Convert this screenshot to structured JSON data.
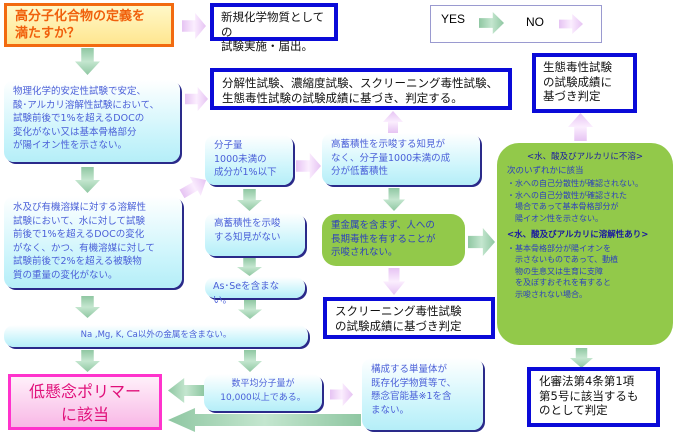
{
  "title_box": "高分子化合物の定義を\n満たすか？",
  "legend": {
    "yes": "YES",
    "no": "NO"
  },
  "outcomes": {
    "new_chemical": "新規化学物質としての\n試験実施・届出。",
    "full_tests": "分解性試験、濃縮度試験、スクリーニング毒性試験、\n生態毒性試験の試験成績に基づき、判定する。",
    "ecotox": "生態毒性試験\nの試験成績に\n基づき判定",
    "screening": "スクリーニング毒性試験\nの試験成績に基づき判定",
    "article4": "化審法第4条第1項\n第5号に該当するも\nのとして判定",
    "low_concern": "低懸念ポリマー\nに該当"
  },
  "conditions": {
    "stability": "物理化学的安定性試験で安定、\n酸･アルカリ溶解性試験において、\n試験前後で1%を超えるDOCの\n変化がない又は基本骨格部分\nが陽イオン性を示さない。",
    "solubility": "水及び有機溶媒に対する溶解性\n試験において、水に対して試験\n前後で1%を超えるDOCの変化\nがなく、かつ、有機溶媒に対して\n試験前後で2%を超える被験物\n質の重量の変化がない。",
    "mw_fraction": "分子量\n1000未満の\n成分が1%以下",
    "low_bioaccum": "高蓄積性を示唆する知見が\nなく、分子量1000未満の成\n分が低蓄積性",
    "no_high_bioaccum": "高蓄積性を示唆\nする知見がない",
    "no_as_se": "As･Seを含まない。",
    "heavy_metal": "重金属を含まず、人への\n長期毒性を有することが\n示唆されない。",
    "metals": "Na ,Mg, K, Ca以外の金属を含まない。",
    "mn": "数平均分子量が\n10,000以上である。",
    "monomer": "構成する単量体が\n既存化学物質等で、\n懸念官能基※1を含\nまない。"
  },
  "insoluble": {
    "heading": "<水、酸及びアルカリに不溶>",
    "intro": "次のいずれかに該当",
    "items": [
      "・水への自己分散性が確認されない。",
      "・水への自己分散性が確認された\n　場合であって基本骨格部分が\n　陽イオン性を示さない。"
    ],
    "heading2": "<水、酸及びアルカリに溶解性あり>",
    "item2": "・基本骨格部分が陽イオンを\n　示さないものであって、動植\n　物の生息又は生育に支障\n　を及ぼすおそれを有すると\n　示唆されない場合。"
  },
  "colors": {
    "yes_arrow": "#8fc7a2",
    "no_arrow": "#e6c3f3",
    "outcome_border": "#0a0ad8",
    "low_concern": "#e0107a"
  }
}
